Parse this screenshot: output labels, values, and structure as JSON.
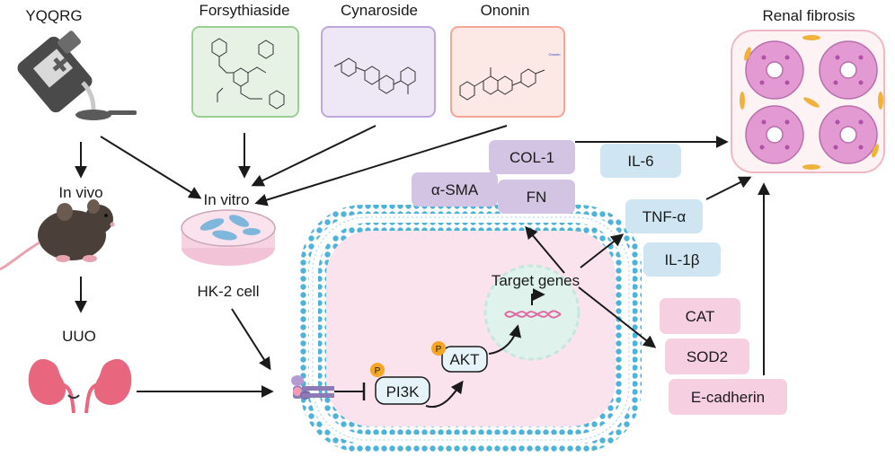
{
  "labels": {
    "drug": "YQQRG",
    "in_vivo": "In vivo",
    "uuo": "UUO",
    "in_vitro": "In vitro",
    "cell_line": "HK-2 cell",
    "outcome": "Renal fibrosis",
    "target_genes": "Target genes"
  },
  "compounds": [
    {
      "name": "Forsythiaside",
      "fill": "#e6f3e4",
      "stroke": "#9ccf95"
    },
    {
      "name": "Cynaroside",
      "fill": "#eee7f6",
      "stroke": "#bfa6dc"
    },
    {
      "name": "Ononin",
      "fill": "#fce9e5",
      "stroke": "#f3a596"
    }
  ],
  "compound_tag": "Ononin",
  "pathway": {
    "pi3k": "PI3K",
    "akt": "AKT",
    "phospho": "P"
  },
  "fibrosis_markers": [
    "COL-1",
    "α-SMA",
    "FN"
  ],
  "inflammation_markers": [
    "IL-6",
    "TNF-α",
    "IL-1β"
  ],
  "antioxidant_markers": [
    "CAT",
    "SOD2",
    "E-cadherin"
  ],
  "colors": {
    "fibrosis_box": "#d3c4e3",
    "inflammation_box": "#cfe6f2",
    "antioxidant_box": "#f6cfe0",
    "membrane": "#4fb3d9",
    "cytoplasm": "#fbe3ee",
    "nucleus": "#dff2ec",
    "phospho": "#f5a623",
    "kidney": "#e8677f"
  }
}
